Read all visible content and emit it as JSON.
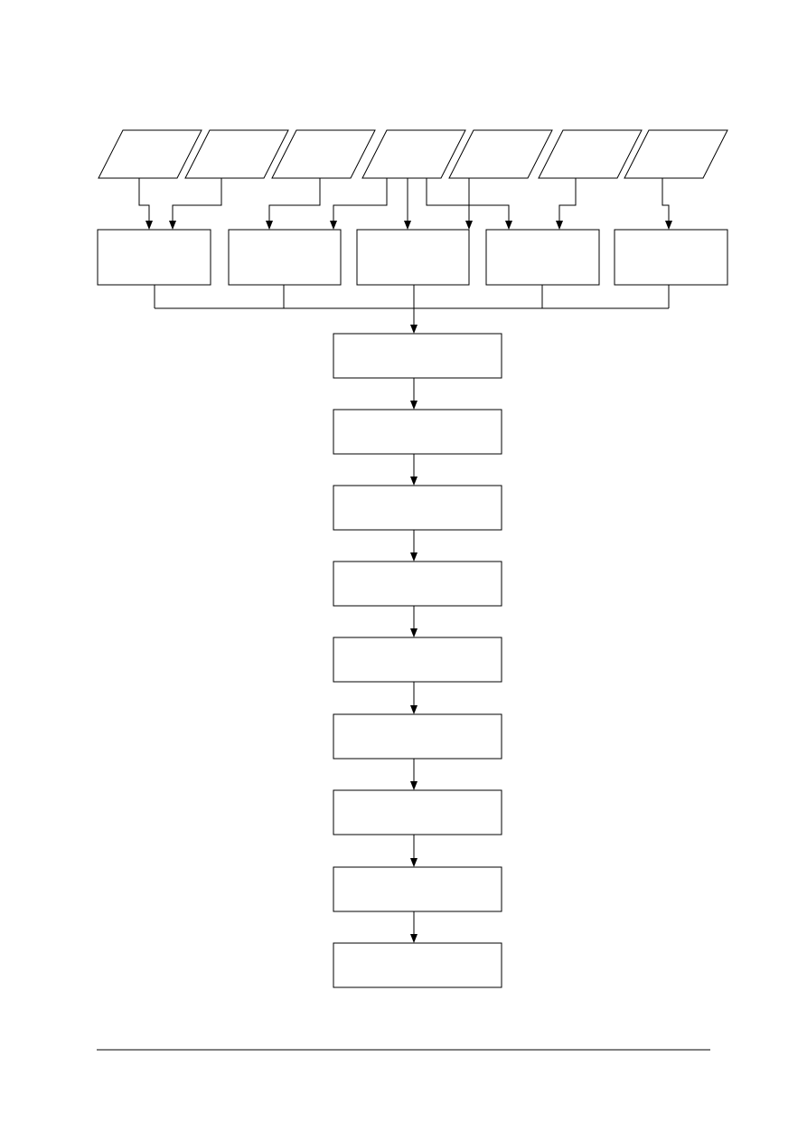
{
  "diagram": {
    "inputs": [
      {
        "id": "input-1",
        "label": ""
      },
      {
        "id": "input-2",
        "label": ""
      },
      {
        "id": "input-3",
        "label": ""
      },
      {
        "id": "input-4",
        "label": ""
      },
      {
        "id": "input-5",
        "label": ""
      },
      {
        "id": "input-6",
        "label": ""
      },
      {
        "id": "input-7",
        "label": ""
      }
    ],
    "processes": [
      {
        "id": "process-1",
        "label": ""
      },
      {
        "id": "process-2",
        "label": ""
      },
      {
        "id": "process-3",
        "label": ""
      },
      {
        "id": "process-4",
        "label": ""
      },
      {
        "id": "process-5",
        "label": ""
      }
    ],
    "steps": [
      {
        "id": "step-1",
        "label": ""
      },
      {
        "id": "step-2",
        "label": ""
      },
      {
        "id": "step-3",
        "label": ""
      },
      {
        "id": "step-4",
        "label": ""
      },
      {
        "id": "step-5",
        "label": ""
      },
      {
        "id": "step-6",
        "label": ""
      },
      {
        "id": "step-7",
        "label": ""
      },
      {
        "id": "step-8",
        "label": ""
      },
      {
        "id": "step-9",
        "label": ""
      }
    ],
    "edges": [
      [
        "input-1",
        "process-1"
      ],
      [
        "input-2",
        "process-1"
      ],
      [
        "input-3",
        "process-2"
      ],
      [
        "input-4",
        "process-2"
      ],
      [
        "input-4",
        "process-3"
      ],
      [
        "input-4",
        "process-4"
      ],
      [
        "input-5",
        "process-3"
      ],
      [
        "input-6",
        "process-4"
      ],
      [
        "input-7",
        "process-5"
      ],
      [
        "process-1",
        "step-1"
      ],
      [
        "process-2",
        "step-1"
      ],
      [
        "process-3",
        "step-1"
      ],
      [
        "process-4",
        "step-1"
      ],
      [
        "process-5",
        "step-1"
      ],
      [
        "step-1",
        "step-2"
      ],
      [
        "step-2",
        "step-3"
      ],
      [
        "step-3",
        "step-4"
      ],
      [
        "step-4",
        "step-5"
      ],
      [
        "step-5",
        "step-6"
      ],
      [
        "step-6",
        "step-7"
      ],
      [
        "step-7",
        "step-8"
      ],
      [
        "step-8",
        "step-9"
      ]
    ]
  }
}
